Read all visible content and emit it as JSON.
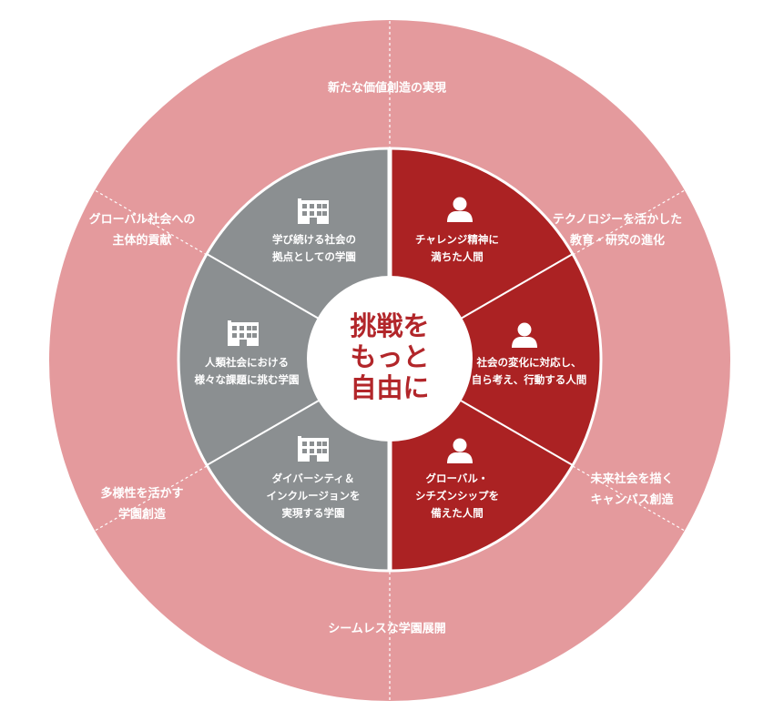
{
  "colors": {
    "outer": "#e49a9d",
    "left": "#8b8f91",
    "right": "#ab2223",
    "center_bg": "#ffffff",
    "center_text": "#b2262a"
  },
  "center": {
    "lines": [
      "挑戦を",
      "もっと",
      "自由に"
    ]
  },
  "outer_ring": [
    {
      "lines": [
        "新たな価値創造の実現"
      ]
    },
    {
      "lines": [
        "テクノロジーを活かした",
        "教育・研究の進化"
      ]
    },
    {
      "lines": [
        "未来社会を描く",
        "キャンパス創造"
      ]
    },
    {
      "lines": [
        "シームレスな学園展開"
      ]
    },
    {
      "lines": [
        "多様性を活かす",
        "学園創造"
      ]
    },
    {
      "lines": [
        "グローバル社会への",
        "主体的貢献"
      ]
    }
  ],
  "inner_right": [
    {
      "icon": "person-icon",
      "lines": [
        "チャレンジ精神に",
        "満ちた人間"
      ]
    },
    {
      "icon": "person-icon",
      "lines": [
        "社会の変化に対応し、",
        "自ら考え、行動する人間"
      ]
    },
    {
      "icon": "person-icon",
      "lines": [
        "グローバル・",
        "シチズンシップを",
        "備えた人間"
      ]
    }
  ],
  "inner_left": [
    {
      "icon": "building-icon",
      "lines": [
        "学び続ける社会の",
        "拠点としての学園"
      ]
    },
    {
      "icon": "building-icon",
      "lines": [
        "人類社会における",
        "様々な課題に挑む学園"
      ]
    },
    {
      "icon": "building-icon",
      "lines": [
        "ダイバーシティ＆",
        "インクルージョンを",
        "実現する学園"
      ]
    }
  ]
}
